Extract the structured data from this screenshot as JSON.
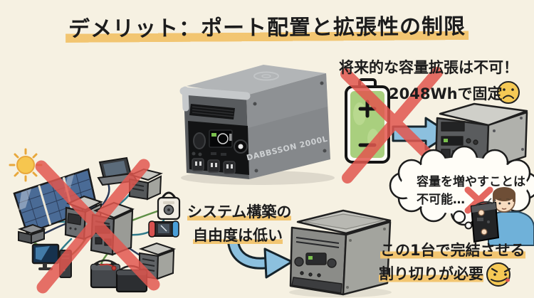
{
  "title": "デメリット：ポート配置と拡張性の制限",
  "product": {
    "brand": "DABBSSON 2000L"
  },
  "capacity_warning": {
    "line1": "将来的な容量拡張は不可！",
    "line2": "2048Whで固定"
  },
  "thought_bubble": {
    "line1": "容量を増やすことは",
    "line2": "不可能…"
  },
  "system_note": {
    "line1": "システム構築の",
    "line2": "自由度は低い"
  },
  "conclusion": {
    "line1": "この1台で完結させる",
    "line2": "割り切りが必要"
  },
  "icons": {
    "sad_face": "sad-face-emoji",
    "determined_face": "determined-face-with-tongue-emoji",
    "battery": "green-battery-icon",
    "red_cross": "red-x-prohibited-mark",
    "arrows": "blue-arrow-icons",
    "sun": "sun-icon"
  },
  "colors": {
    "background": "#f6f1e2",
    "highlight": "#f2c36b",
    "cross_red": "#e2574f",
    "arrow_blue": "#8cc0de",
    "battery_green": "#a9cf7e",
    "emoji_yellow": "#f5c955",
    "text": "#1c1c1c"
  }
}
